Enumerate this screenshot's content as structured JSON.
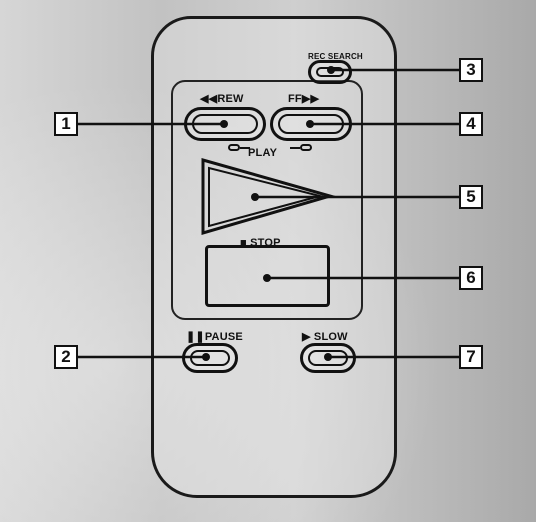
{
  "labels": {
    "rec_search": "REC SEARCH",
    "rew": "◀◀REW",
    "ff": "FF▶▶",
    "play": "PLAY",
    "stop": "■ STOP",
    "pause": "❚❚PAUSE",
    "slow": "▶ SLOW"
  },
  "callouts": [
    "1",
    "2",
    "3",
    "4",
    "5",
    "6",
    "7"
  ]
}
